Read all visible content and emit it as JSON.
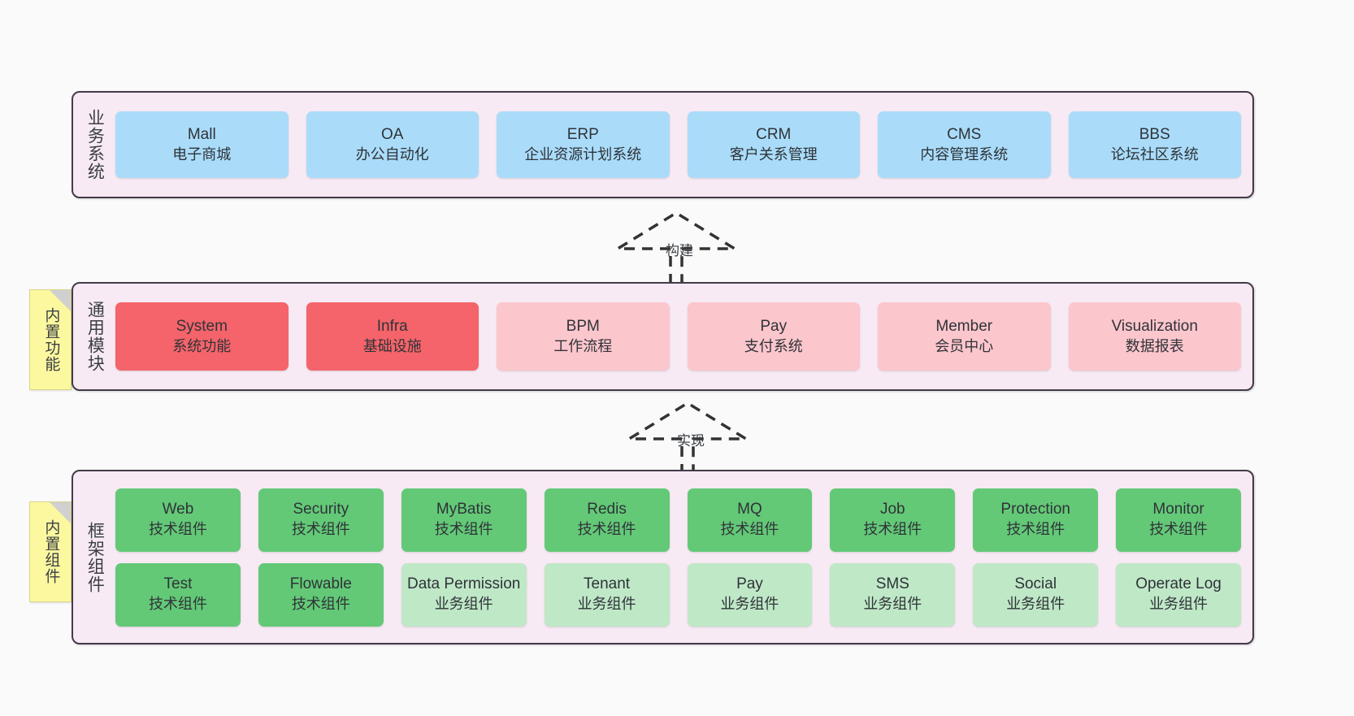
{
  "diagram": {
    "background": "#fafafa",
    "layer_fill": "#f8eaf4",
    "layer_border": "#443b4a"
  },
  "layers": [
    {
      "id": "business-system",
      "title": "业务系统",
      "note": null,
      "rows": [
        {
          "nodes": [
            {
              "en": "Mall",
              "cn": "电子商城",
              "color": "#aadcfa",
              "style": "c-blue"
            },
            {
              "en": "OA",
              "cn": "办公自动化",
              "color": "#aadcfa",
              "style": "c-blue"
            },
            {
              "en": "ERP",
              "cn": "企业资源计划系统",
              "color": "#aadcfa",
              "style": "c-blue"
            },
            {
              "en": "CRM",
              "cn": "客户关系管理",
              "color": "#aadcfa",
              "style": "c-blue"
            },
            {
              "en": "CMS",
              "cn": "内容管理系统",
              "color": "#aadcfa",
              "style": "c-blue"
            },
            {
              "en": "BBS",
              "cn": "论坛社区系统",
              "color": "#aadcfa",
              "style": "c-blue"
            }
          ]
        }
      ]
    },
    {
      "id": "common-module",
      "title": "通用模块",
      "note": "内置功能",
      "rows": [
        {
          "nodes": [
            {
              "en": "System",
              "cn": "系统功能",
              "color": "#f4646a",
              "style": "c-red"
            },
            {
              "en": "Infra",
              "cn": "基础设施",
              "color": "#f4646a",
              "style": "c-red"
            },
            {
              "en": "BPM",
              "cn": "工作流程",
              "color": "#fcc6cd",
              "style": "c-pink"
            },
            {
              "en": "Pay",
              "cn": "支付系统",
              "color": "#fcc6cd",
              "style": "c-pink"
            },
            {
              "en": "Member",
              "cn": "会员中心",
              "color": "#fcc6cd",
              "style": "c-pink"
            },
            {
              "en": "Visualization",
              "cn": "数据报表",
              "color": "#fcc6cd",
              "style": "c-pink"
            }
          ]
        }
      ]
    },
    {
      "id": "framework-component",
      "title": "框架组件",
      "note": "内置组件",
      "rows": [
        {
          "nodes": [
            {
              "en": "Web",
              "cn": "技术组件",
              "color": "#63c977",
              "style": "c-green"
            },
            {
              "en": "Security",
              "cn": "技术组件",
              "color": "#63c977",
              "style": "c-green"
            },
            {
              "en": "MyBatis",
              "cn": "技术组件",
              "color": "#63c977",
              "style": "c-green"
            },
            {
              "en": "Redis",
              "cn": "技术组件",
              "color": "#63c977",
              "style": "c-green"
            },
            {
              "en": "MQ",
              "cn": "技术组件",
              "color": "#63c977",
              "style": "c-green"
            },
            {
              "en": "Job",
              "cn": "技术组件",
              "color": "#63c977",
              "style": "c-green"
            },
            {
              "en": "Protection",
              "cn": "技术组件",
              "color": "#63c977",
              "style": "c-green"
            },
            {
              "en": "Monitor",
              "cn": "技术组件",
              "color": "#63c977",
              "style": "c-green"
            }
          ]
        },
        {
          "nodes": [
            {
              "en": "Test",
              "cn": "技术组件",
              "color": "#63c977",
              "style": "c-green"
            },
            {
              "en": "Flowable",
              "cn": "技术组件",
              "color": "#63c977",
              "style": "c-green"
            },
            {
              "en": "Data Permission",
              "cn": "业务组件",
              "color": "#bfe8c7",
              "style": "c-lightgreen"
            },
            {
              "en": "Tenant",
              "cn": "业务组件",
              "color": "#bfe8c7",
              "style": "c-lightgreen"
            },
            {
              "en": "Pay",
              "cn": "业务组件",
              "color": "#bfe8c7",
              "style": "c-lightgreen"
            },
            {
              "en": "SMS",
              "cn": "业务组件",
              "color": "#bfe8c7",
              "style": "c-lightgreen"
            },
            {
              "en": "Social",
              "cn": "业务组件",
              "color": "#bfe8c7",
              "style": "c-lightgreen"
            },
            {
              "en": "Operate Log",
              "cn": "业务组件",
              "color": "#bfe8c7",
              "style": "c-lightgreen"
            }
          ]
        }
      ]
    }
  ],
  "connectors": [
    {
      "id": "build",
      "label": "构建",
      "from": "common-module",
      "to": "business-system"
    },
    {
      "id": "implement",
      "label": "实现",
      "from": "framework-component",
      "to": "common-module"
    }
  ]
}
